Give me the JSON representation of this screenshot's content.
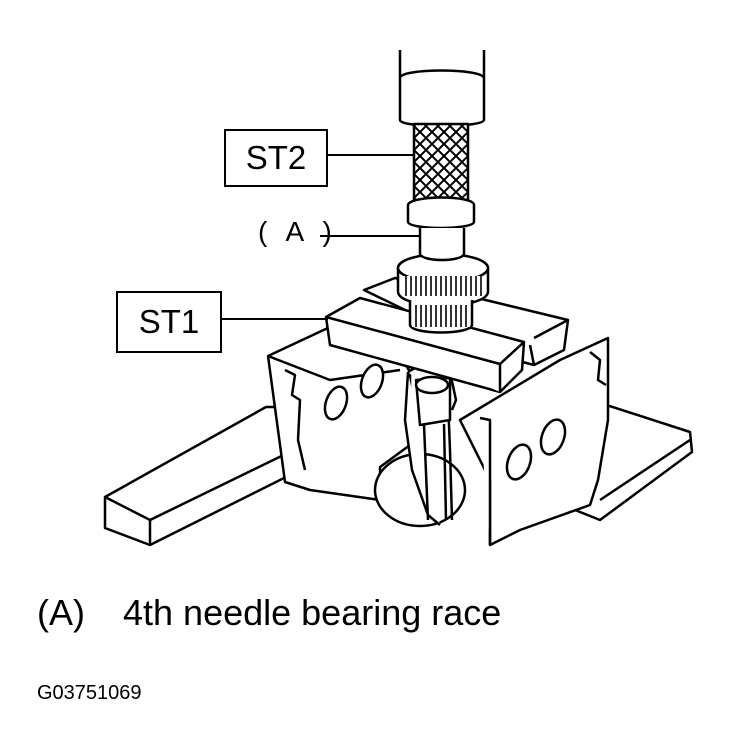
{
  "callouts": {
    "st2": "ST2",
    "a": "( A )",
    "st1": "ST1"
  },
  "caption": {
    "key": "(A)",
    "text": "4th needle bearing race"
  },
  "figure_id": "G03751069"
}
